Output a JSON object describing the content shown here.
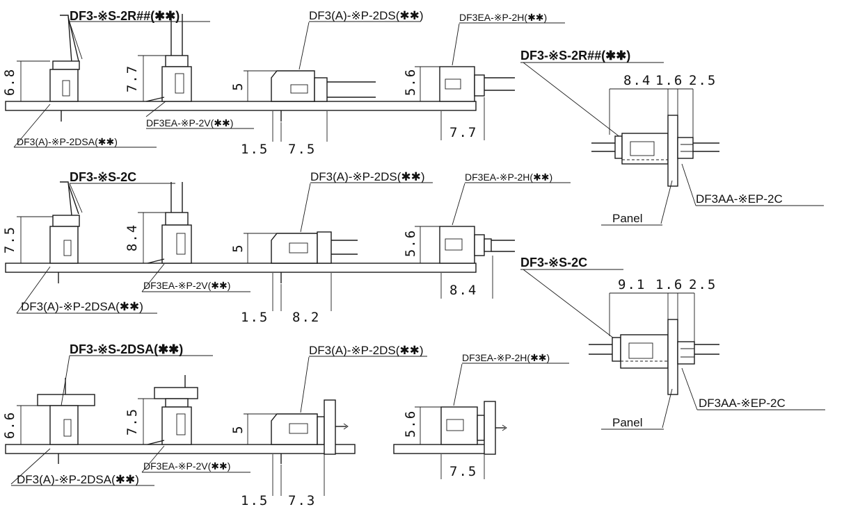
{
  "rows": [
    {
      "plug_label": "DF3-※S-2R##(✱✱)",
      "plug_height": "6.8",
      "vertical_receptacle_label": "DF3EA-※P-2V(✱✱)",
      "vertical_height": "7.7",
      "dsa_label": "DF3(A)-※P-2DSA(✱✱)",
      "ds_label": "DF3(A)-※P-2DS(✱✱)",
      "ds_height": "5",
      "pin_offset": "1.5",
      "ds_length": "7.5",
      "h_label": "DF3EA-※P-2H(✱✱)",
      "h_height": "5.6",
      "h_length": "7.7"
    },
    {
      "plug_label": "DF3-※S-2C",
      "plug_height": "7.5",
      "vertical_receptacle_label": "DF3EA-※P-2V(✱✱)",
      "vertical_height": "8.4",
      "dsa_label": "DF3(A)-※P-2DSA(✱✱)",
      "ds_label": "DF3(A)-※P-2DS(✱✱)",
      "ds_height": "5",
      "pin_offset": "1.5",
      "ds_length": "8.2",
      "h_label": "DF3EA-※P-2H(✱✱)",
      "h_height": "5.6",
      "h_length": "8.4"
    },
    {
      "plug_label": "DF3-※S-2DSA(✱✱)",
      "plug_height": "6.6",
      "vertical_receptacle_label": "DF3EA-※P-2V(✱✱)",
      "vertical_height": "7.5",
      "dsa_label": "DF3(A)-※P-2DSA(✱✱)",
      "ds_label": "DF3(A)-※P-2DS(✱✱)",
      "ds_height": "5",
      "pin_offset": "1.5",
      "ds_length": "7.3",
      "h_label": "DF3EA-※P-2H(✱✱)",
      "h_height": "5.6",
      "h_length": "7.5"
    }
  ],
  "panel_views": [
    {
      "plug_label": "DF3-※S-2R##(✱✱)",
      "dim_a": "8.4",
      "dim_b": "1.6",
      "dim_c": "2.5",
      "panel_label": "Panel",
      "receptacle_label": "DF3AA-※EP-2C"
    },
    {
      "plug_label": "DF3-※S-2C",
      "dim_a": "9.1",
      "dim_b": "1.6",
      "dim_c": "2.5",
      "panel_label": "Panel",
      "receptacle_label": "DF3AA-※EP-2C"
    }
  ]
}
